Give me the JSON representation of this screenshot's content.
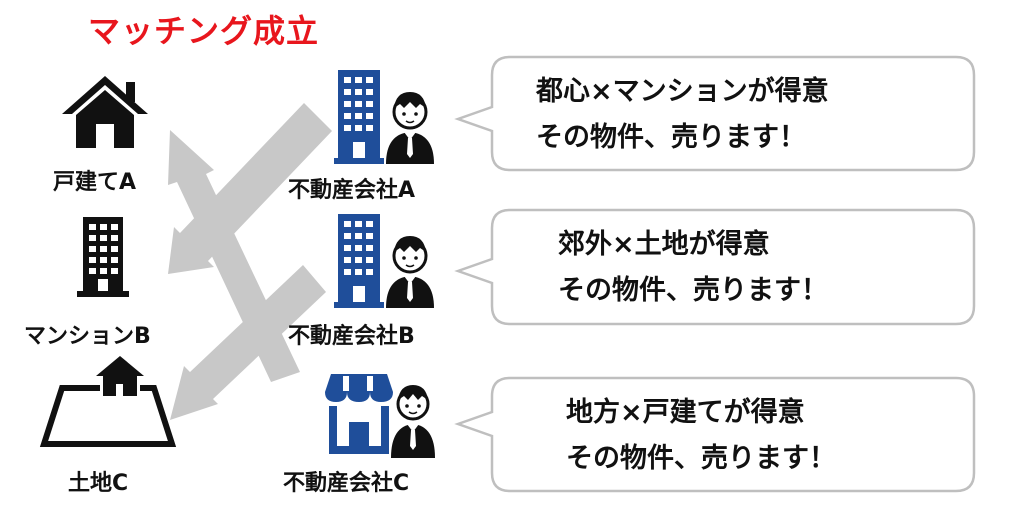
{
  "title": "マッチング成立",
  "properties": [
    {
      "label": "戸建てA",
      "icon": "house-icon"
    },
    {
      "label": "マンションB",
      "icon": "building-icon"
    },
    {
      "label": "土地C",
      "icon": "land-icon"
    }
  ],
  "companies": [
    {
      "label": "不動産会社A",
      "icon": "office-building-icon"
    },
    {
      "label": "不動産会社B",
      "icon": "office-building-icon"
    },
    {
      "label": "不動産会社C",
      "icon": "storefront-icon"
    }
  ],
  "bubbles": [
    {
      "line1": "都心×マンションが得意",
      "line2": "その物件、売ります！"
    },
    {
      "line1": "郊外×土地が得意",
      "line2": "その物件、売ります！"
    },
    {
      "line1": "地方×戸建てが得意",
      "line2": "その物件、売ります！"
    }
  ],
  "colors": {
    "accent": "#e8161d",
    "brand": "#1f4e9a",
    "arrow": "#c8c8c8",
    "bubble_border": "#bfbfbf"
  }
}
